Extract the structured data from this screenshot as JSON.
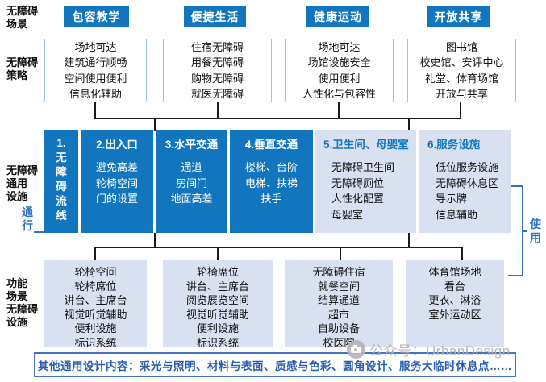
{
  "colors": {
    "primary_blue": "#1176BE",
    "light_panel": "#D9E1F0",
    "box_border": "#9DC3E6",
    "bar_border": "#4472C4",
    "bar_text": "#2A5CAE",
    "bracket_blue": "#2E74C0",
    "line_black": "#1A1A1A",
    "watermark_gray": "#B1B1B1"
  },
  "left_labels": {
    "scenes": "无障碍\n场景",
    "strategies": "无障碍\n策略",
    "general_facilities": "无障碍\n通用\n设施",
    "circulation": "通行",
    "functional": "功能\n场景\n无障碍\n设施",
    "usage": "使用"
  },
  "scenarios": [
    {
      "label": "包容教学"
    },
    {
      "label": "便捷生活"
    },
    {
      "label": "健康运动"
    },
    {
      "label": "开放共享"
    }
  ],
  "strategy_boxes": [
    {
      "lines": [
        "场地可达",
        "建筑通行顺畅",
        "空间使用便利",
        "信息化辅助"
      ]
    },
    {
      "lines": [
        "住宿无障碍",
        "用餐无障碍",
        "购物无障碍",
        "就医无障碍"
      ]
    },
    {
      "lines": [
        "场地可达",
        "场馆设施安全",
        "使用便利",
        "人性化与包容性"
      ]
    },
    {
      "lines": [
        "图书馆",
        "校史馆、安评中心",
        "礼堂、体育场馆",
        "开放与共享"
      ]
    }
  ],
  "flow_sections": [
    {
      "title": "1.无障碍流线",
      "lines": []
    },
    {
      "title": "2.出入口",
      "lines": [
        "避免高差",
        "轮椅空间",
        "门的设置"
      ]
    },
    {
      "title": "3.水平交通",
      "lines": [
        "通道",
        "房间门",
        "地面高差"
      ]
    },
    {
      "title": "4.垂直交通",
      "lines": [
        "楼梯、台阶",
        "电梯、扶梯",
        "扶手"
      ]
    },
    {
      "title": "5.卫生间、母婴室",
      "lines": [
        "无障碍卫生间",
        "无障碍厕位",
        "人性化配置",
        "母婴室"
      ]
    },
    {
      "title": "6.服务设施",
      "lines": [
        "低位服务设施",
        "无障碍休息区",
        "导示牌",
        "信息辅助"
      ]
    }
  ],
  "function_boxes": [
    {
      "lines": [
        "轮椅空间",
        "轮椅席位",
        "讲台、主席台",
        "视觉听觉辅助",
        "便利设施",
        "标识系统"
      ]
    },
    {
      "lines": [
        "轮椅席位",
        "讲台、主席台",
        "阅览展览空间",
        "视觉听觉辅助",
        "便利设施",
        "标识系统"
      ]
    },
    {
      "lines": [
        "无障碍住宿",
        "就餐空间",
        "结算通道",
        "超市",
        "自助设备",
        "校医院"
      ]
    },
    {
      "lines": [
        "体育馆场地",
        "看台",
        "更衣、淋浴",
        "室外运动区"
      ]
    }
  ],
  "footer_bar": {
    "text": "其他通用设计内容：采光与照明、材料与表面、质感与色彩、圆角设计、服务大临时休息点……"
  },
  "watermark": {
    "icon": "camera-icon",
    "text": "公众号：UrbanDesign"
  }
}
